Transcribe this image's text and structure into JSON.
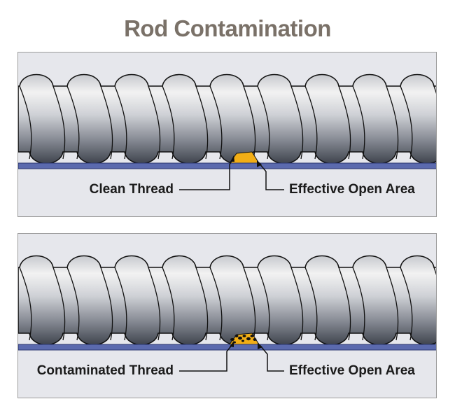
{
  "title": "Rod Contamination",
  "panels": [
    {
      "left_label": "Clean Thread",
      "right_label": "Effective Open Area",
      "contaminated": false
    },
    {
      "left_label": "Contaminated Thread",
      "right_label": "Effective Open Area",
      "contaminated": true
    }
  ],
  "colors": {
    "title": "#7a7168",
    "panel_bg": "#e6e7ec",
    "bar": "#5b6aae",
    "open_area": "#f2ae16",
    "rod_light": "#f2f2f2",
    "rod_dark": "#3f444e"
  }
}
